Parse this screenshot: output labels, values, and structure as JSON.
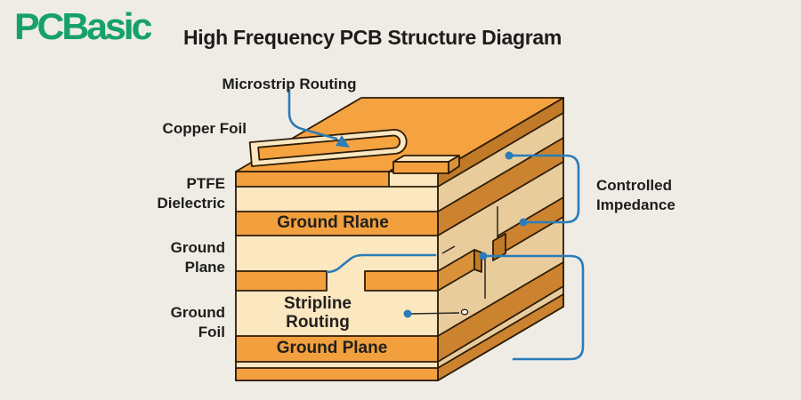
{
  "header": {
    "logo_text": "PCBasic",
    "title": "High Frequency PCB Structure Diagram"
  },
  "annotations": {
    "microstrip": "Microstrip Routing",
    "copper_foil": "Copper Foil",
    "ptfe_line1": "PTFE",
    "ptfe_line2": "Dielectric",
    "ground_plane_left_line1": "Ground",
    "ground_plane_left_line2": "Plane",
    "ground_foil_line1": "Ground",
    "ground_foil_line2": "Foil",
    "controlled_line1": "Controlled",
    "controlled_line2": "Impedance"
  },
  "layer_bands": {
    "ground_rlane": "Ground Rlane",
    "stripline_line1": "Stripline",
    "stripline_line2": "Routing",
    "ground_plane_bottom": "Ground Plane"
  },
  "colors": {
    "background": "#EFECE6",
    "logo_green": "#16A16B",
    "annotation_blue": "#2B7CB8",
    "top_face": "#F5A340",
    "front_orange": "#F2A03E",
    "front_cream": "#FBE7C0",
    "side_tan": "#E9CC9C",
    "side_orange": "#CC8330",
    "side_dark": "#C07A28",
    "trace_side": "#D9913A",
    "outline": "#2E1C07"
  }
}
